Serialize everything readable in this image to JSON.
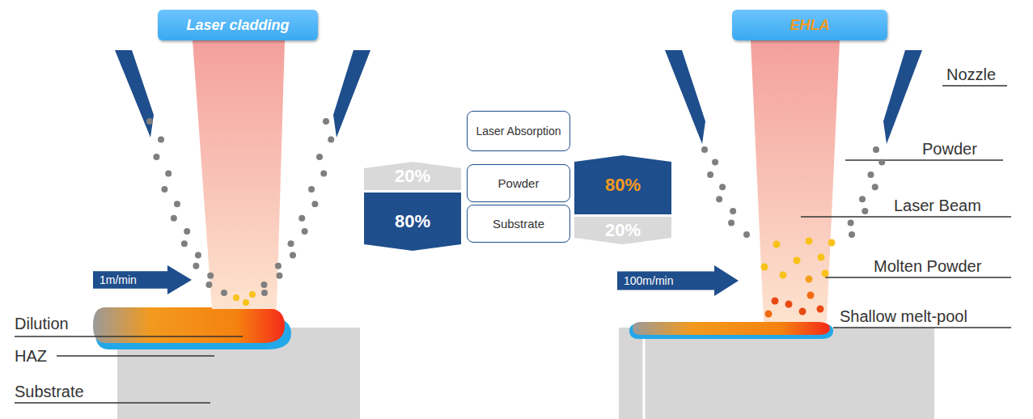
{
  "diagram": {
    "nodes": [
      {
        "text": [
          "Laser cladding"
        ]
      },
      {
        "text": [
          "EHLA"
        ]
      },
      {
        "text": [
          "Laser Absorption"
        ]
      },
      {
        "text": [
          "20%"
        ]
      },
      {
        "text": [
          "Powder"
        ]
      },
      {
        "text": [
          "80%"
        ]
      },
      {
        "text": [
          "80%"
        ]
      },
      {
        "text": [
          "Substrate"
        ]
      },
      {
        "text": [
          "20%"
        ]
      },
      {
        "text": [
          "1m/min"
        ]
      },
      {
        "text": [
          "100m/min"
        ]
      }
    ],
    "edges": [],
    "labels": [
      "Dilution",
      "HAZ",
      "Substrate",
      "Nozzle",
      "Powder",
      "Laser Beam",
      "Molten Powder",
      "Shallow melt-pool"
    ]
  }
}
